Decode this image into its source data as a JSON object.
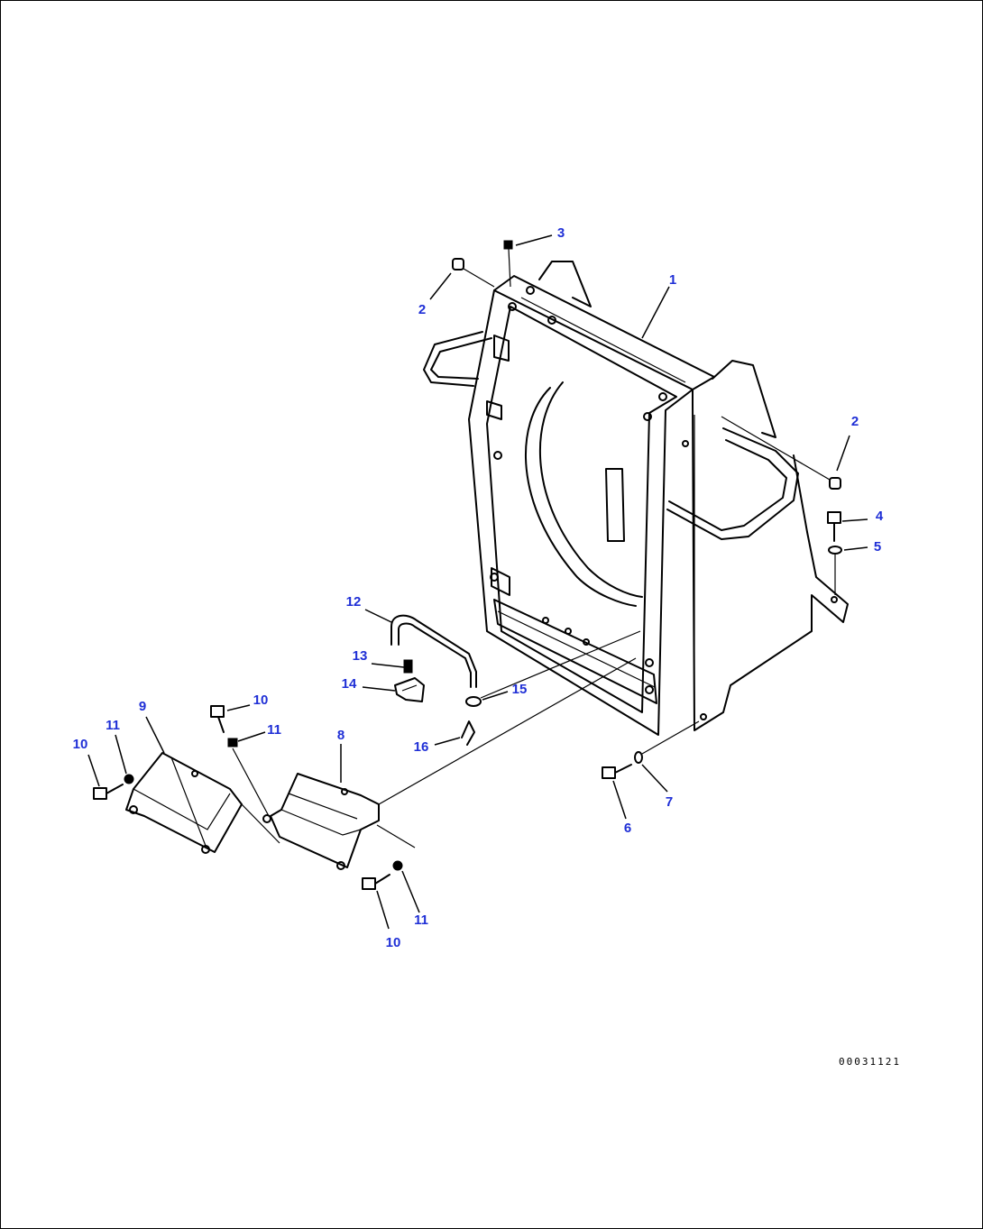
{
  "diagram": {
    "drawing_code": "00031121",
    "callouts": [
      {
        "id": "c1",
        "label": "1"
      },
      {
        "id": "c2a",
        "label": "2"
      },
      {
        "id": "c2b",
        "label": "2"
      },
      {
        "id": "c3",
        "label": "3"
      },
      {
        "id": "c4",
        "label": "4"
      },
      {
        "id": "c5",
        "label": "5"
      },
      {
        "id": "c6",
        "label": "6"
      },
      {
        "id": "c7",
        "label": "7"
      },
      {
        "id": "c8",
        "label": "8"
      },
      {
        "id": "c9",
        "label": "9"
      },
      {
        "id": "c10a",
        "label": "10"
      },
      {
        "id": "c10b",
        "label": "10"
      },
      {
        "id": "c10c",
        "label": "10"
      },
      {
        "id": "c11a",
        "label": "11"
      },
      {
        "id": "c11b",
        "label": "11"
      },
      {
        "id": "c11c",
        "label": "11"
      },
      {
        "id": "c12",
        "label": "12"
      },
      {
        "id": "c13",
        "label": "13"
      },
      {
        "id": "c14",
        "label": "14"
      },
      {
        "id": "c15",
        "label": "15"
      },
      {
        "id": "c16",
        "label": "16"
      }
    ]
  }
}
